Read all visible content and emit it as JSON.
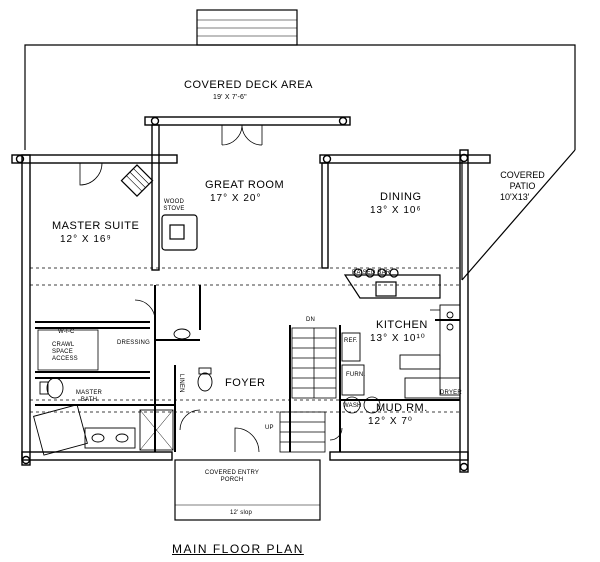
{
  "title": "MAIN FLOOR PLAN",
  "rooms": {
    "covered_deck": {
      "name": "COVERED DECK AREA",
      "size": "19' X 7'-6\""
    },
    "great_room": {
      "name": "GREAT ROOM",
      "size": "17° X 20°"
    },
    "dining": {
      "name": "DINING",
      "size": "13° X 10⁶"
    },
    "covered_patio": {
      "name": "COVERED PATIO",
      "size": "10'X13'"
    },
    "master_suite": {
      "name": "MASTER SUITE",
      "size": "12° X 16⁹"
    },
    "kitchen": {
      "name": "KITCHEN",
      "size": "13° X 10¹⁰"
    },
    "foyer": {
      "name": "FOYER"
    },
    "mud_room": {
      "name": "MUD RM.",
      "size": "12° X 7⁰"
    },
    "master_bath": {
      "name": "MASTER BATH"
    },
    "dressing": {
      "name": "DRESSING"
    },
    "covered_entry": {
      "name": "COVERED ENTRY PORCH",
      "note": "12' slop"
    }
  },
  "notes": {
    "wood_stove": "WOOD STOVE",
    "raised_bar": "RAISED BAR",
    "wic": "W-I-C",
    "crawl_space": "CRAWL SPACE ACCESS",
    "linen": "LINEN",
    "ref": "REF.",
    "furn": "FURN.",
    "wash": "WASH",
    "dryer": "DRYER",
    "dn": "DN",
    "up": "UP"
  }
}
